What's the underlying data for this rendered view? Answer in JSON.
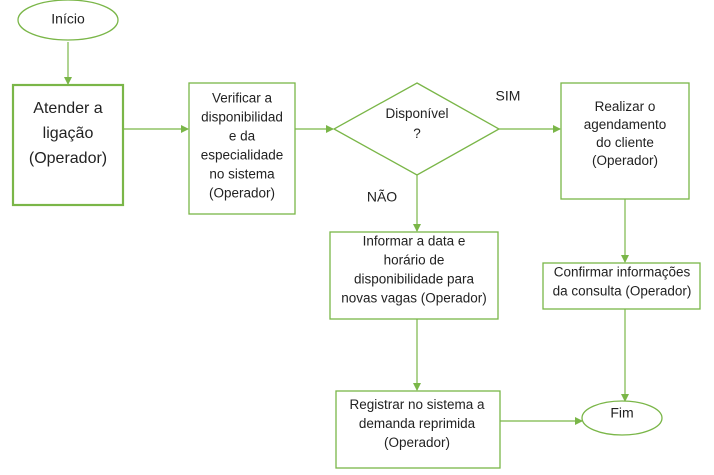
{
  "colors": {
    "stroke": "#7ab648",
    "text": "#222222",
    "background": "#ffffff"
  },
  "nodes": {
    "start": {
      "label": "Início"
    },
    "answer_call": {
      "lines": [
        "Atender a",
        "ligação",
        "(Operador)"
      ]
    },
    "verify": {
      "lines": [
        "Verificar a",
        "disponibilidad",
        "e da",
        "especialidade",
        "no sistema",
        "(Operador)"
      ]
    },
    "decision": {
      "lines": [
        "Disponível",
        "?"
      ]
    },
    "schedule": {
      "lines": [
        "Realizar o",
        "agendamento",
        "do cliente",
        "(Operador)"
      ]
    },
    "inform": {
      "lines": [
        "Informar a data e",
        "horário de",
        "disponibilidade para",
        "novas vagas (Operador)"
      ]
    },
    "confirm": {
      "lines": [
        "Confirmar informações",
        "da consulta (Operador)"
      ]
    },
    "register": {
      "lines": [
        "Registrar no sistema a",
        "demanda reprimida",
        "(Operador)"
      ]
    },
    "end": {
      "label": "Fim"
    }
  },
  "edge_labels": {
    "yes": "SIM",
    "no": "NÃO"
  }
}
